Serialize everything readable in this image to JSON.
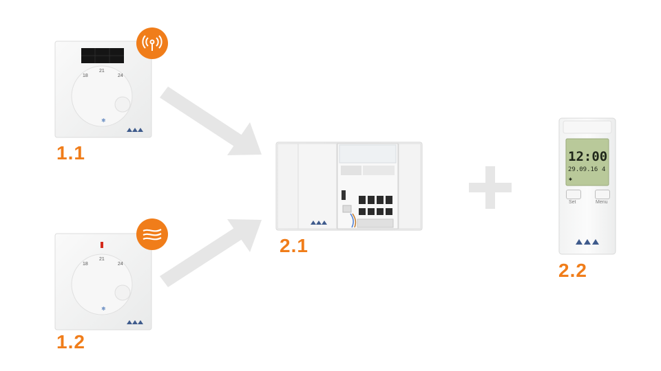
{
  "devices": {
    "wireless_thermostat": {
      "label": "1.1",
      "dial_ticks": [
        "18",
        "21",
        "24"
      ],
      "snow_symbol": "❄",
      "badge_icon": "wireless-antenna-icon"
    },
    "wired_thermostat": {
      "label": "1.2",
      "dial_ticks": [
        "18",
        "21",
        "24"
      ],
      "snow_symbol": "❄",
      "badge_icon": "wired-cable-icon"
    },
    "control_box": {
      "label": "2.1"
    },
    "timer_module": {
      "label": "2.2",
      "lcd_time": "12:00",
      "lcd_date": "29.09.16",
      "lcd_day": "4",
      "lcd_mode_symbol": "✱",
      "button_left": "Set",
      "button_right": "Menu"
    }
  },
  "connector_symbols": {
    "plus": "+"
  },
  "colors": {
    "accent": "#f07d1a",
    "device_white": "#f4f5f5",
    "arrow_gray": "#e6e6e6",
    "lcd_green": "#b9c99a"
  }
}
